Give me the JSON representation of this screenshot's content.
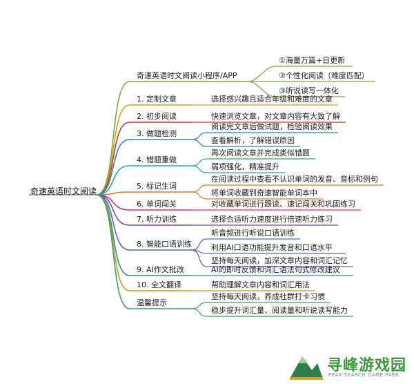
{
  "root": "奇速英语时文阅读",
  "branches": [
    {
      "label": "奇速英语时文阅读小程序/APP",
      "color": "#7fa83a",
      "leaves": [
        "①海量万篇+日更新",
        "②个性化阅读（难度匹配）",
        "③听说读写一体化"
      ]
    },
    {
      "label": "1. 定制文章",
      "color": "#d4a017",
      "leaves": [
        "选择感兴趣且适合年级和难度的文章"
      ]
    },
    {
      "label": "2. 初步阅读",
      "color": "#c0392b",
      "leaves": [
        "快速浏览文章，对文章内容有大致了解"
      ]
    },
    {
      "label": "3. 做题检测",
      "color": "#2f7fc1",
      "leaves": [
        "阅读完文章后做试题，检验阅读效果",
        "查看解析，了解错误原因"
      ]
    },
    {
      "label": "4. 错题重做",
      "color": "#27a9a0",
      "leaves": [
        "再次阅读文章并完成类似错题",
        "弱项强化，精准提升"
      ]
    },
    {
      "label": "5. 标记生词",
      "color": "#e07b2a",
      "leaves": [
        "在阅读过程中查看不认识单词的发音、音标和例句",
        "将单词收藏到奇速智能单词本中"
      ]
    },
    {
      "label": "6. 单词闯关",
      "color": "#d6336c",
      "leaves": [
        "对收藏单词进行跟读、速记闯关和巩固练习"
      ]
    },
    {
      "label": "7. 听力训练",
      "color": "#7048b8",
      "leaves": [
        "选择合适听力速度进行倍速听力练习"
      ]
    },
    {
      "label": "8. 智能口语训练",
      "color": "#5a5fc7",
      "leaves": [
        "听音频进行听说口语训练",
        "利用AI口语功能提升发音和口语水平",
        "坚持每天阅读，加深文章内容和词汇记忆"
      ]
    },
    {
      "label": "9. AI作文批改",
      "color": "#1f8fb8",
      "leaves": [
        "AI的即时反馈和词汇语法句式修改建议"
      ]
    },
    {
      "label": "10. 全文翻译",
      "color": "#c79a1a",
      "leaves": [
        "帮助理解文章内容和词汇用法"
      ]
    },
    {
      "label": "温馨提示",
      "color": "#3aa05a",
      "leaves": [
        "坚持每天阅读，养成社群打卡习惯",
        "稳步提升词汇量、阅读量和听说读写能力"
      ]
    }
  ],
  "watermark": {
    "title": "寻峰游戏园",
    "subtitle": "PEAK SEARCH GAME PARK"
  }
}
